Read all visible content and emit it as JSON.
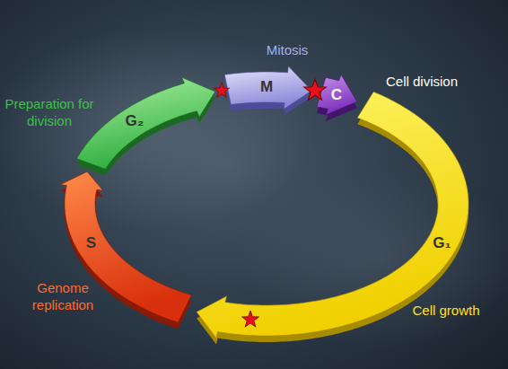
{
  "diagram": {
    "nodes": [
      {
        "text": [
          "G₁",
          "Cell growth"
        ]
      },
      {
        "text": [
          "S",
          "Genome replication"
        ]
      },
      {
        "text": [
          "G₂",
          "Preparation for division"
        ]
      },
      {
        "text": [
          "M",
          "Mitosis"
        ]
      },
      {
        "text": [
          "C",
          "Cell division"
        ]
      }
    ]
  }
}
